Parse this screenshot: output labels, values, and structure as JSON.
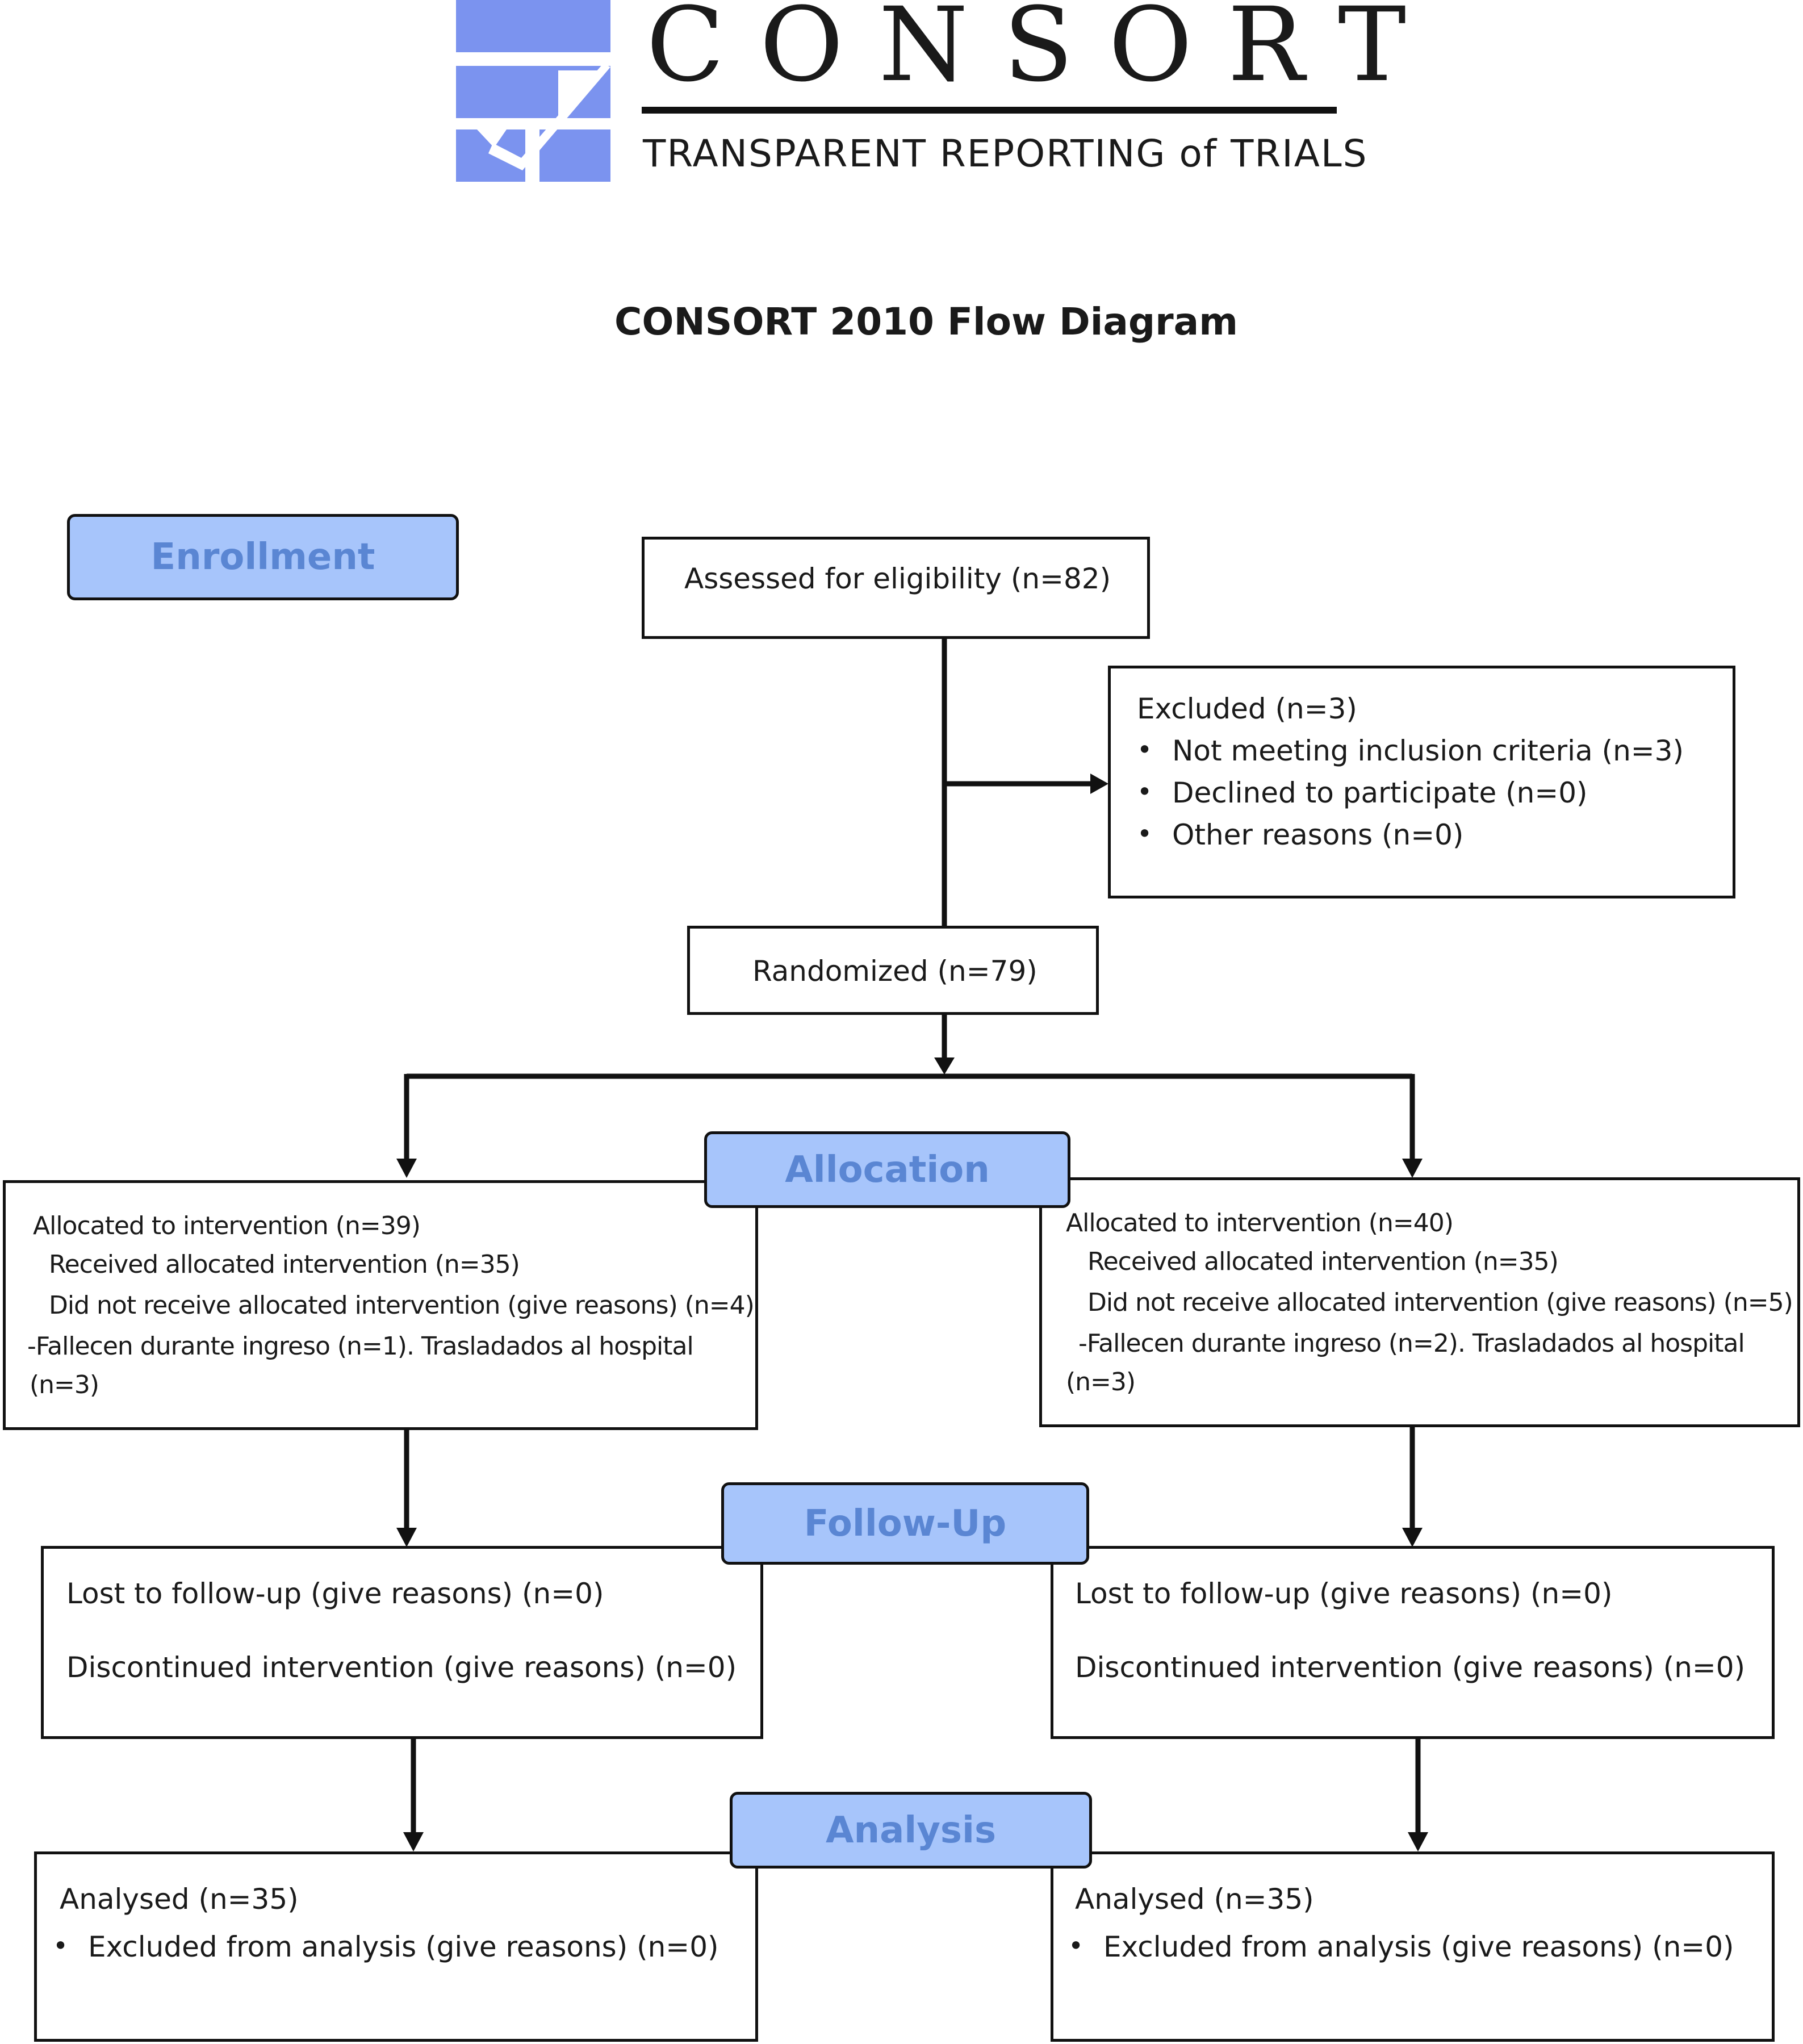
{
  "header": {
    "logo_word": "CONSORT",
    "logo_tagline": "TRANSPARENT REPORTING of TRIALS",
    "title": "CONSORT 2010 Flow Diagram"
  },
  "stages": {
    "enrollment": "Enrollment",
    "allocation": "Allocation",
    "follow_up": "Follow-Up",
    "analysis": "Analysis"
  },
  "enrollment": {
    "assessed": "Assessed for eligibility (n=82)",
    "excluded": {
      "title": "Excluded  (n=3)",
      "items": [
        "Not meeting inclusion criteria (n=3)",
        "Declined to participate (n=0)",
        "Other reasons (n=0)"
      ]
    },
    "randomized": "Randomized (n=79)"
  },
  "allocation": {
    "left": {
      "line1": "Allocated to intervention (n=39)",
      "line2": "Received allocated intervention (n=35)",
      "line3": "Did not receive allocated intervention (give reasons) (n=4)",
      "line4": "-Fallecen durante ingreso (n=1). Trasladados al hospital",
      "line5": "(n=3)"
    },
    "right": {
      "line1": "Allocated to intervention (n=40)",
      "line2": "Received allocated intervention (n=35)",
      "line3": "Did not receive allocated intervention (give reasons) (n=5)",
      "line4": "-Fallecen durante ingreso (n=2). Trasladados al hospital",
      "line5": "(n=3)"
    }
  },
  "follow_up": {
    "left": {
      "lost": "Lost to follow-up (give reasons) (n=0)",
      "discontinued": "Discontinued intervention (give reasons) (n=0)"
    },
    "right": {
      "lost": "Lost to follow-up (give reasons) (n=0)",
      "discontinued": "Discontinued intervention (give reasons) (n=0)"
    }
  },
  "analysis": {
    "left": {
      "analysed": "Analysed  (n=35)",
      "excluded": "Excluded from analysis (give reasons) (n=0)"
    },
    "right": {
      "analysed": "Analysed  (n=35)",
      "excluded": "Excluded from analysis (give reasons) (n=0)"
    }
  },
  "colors": {
    "stage_fill": "#a7c5fb",
    "stage_text": "#5a86d3",
    "logo_blue": "#7b93ef"
  }
}
